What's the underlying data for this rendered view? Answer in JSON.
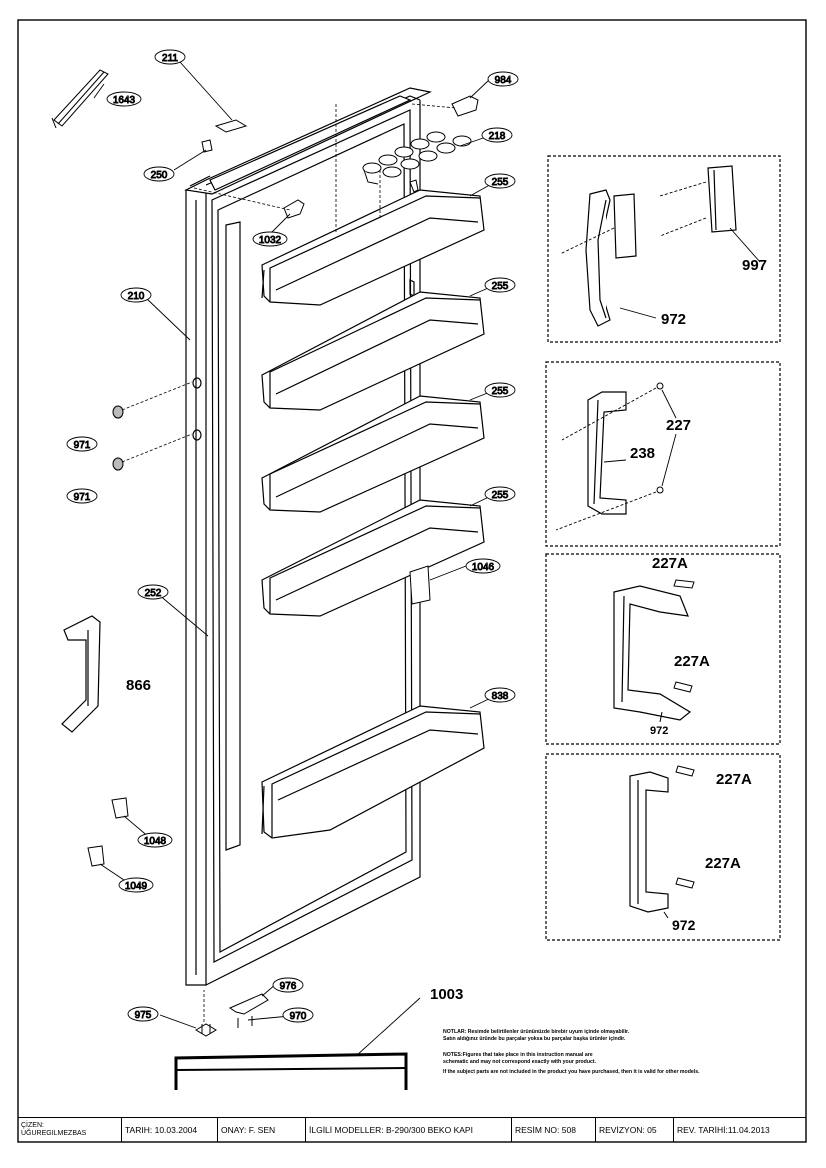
{
  "callouts": {
    "c211": "211",
    "c1643": "1643",
    "c250": "250",
    "c984": "984",
    "c218": "218",
    "c255a": "255",
    "c255b": "255",
    "c255c": "255",
    "c255d": "255",
    "c1032": "1032",
    "c210": "210",
    "c971a": "971",
    "c971b": "971",
    "c252": "252",
    "c1046": "1046",
    "c838": "838",
    "c1048": "1048",
    "c1049": "1049",
    "c975": "975",
    "c976": "976",
    "c970": "970"
  },
  "labels": {
    "l866": "866",
    "l1003": "1003",
    "l997": "997",
    "l972a": "972",
    "l227a": "227",
    "l238": "238",
    "l227A1": "227A",
    "l227A2": "227A",
    "l972b": "972",
    "l227A3": "227A",
    "l227A4": "227A",
    "l972c": "972"
  },
  "notes": {
    "line1": "NOTLAR: Resimde belirtilenler ürününüzde birebir uyum içinde olmayabilir.",
    "line2": "Satın aldığınız üründe bu parçalar yoksa bu parçalar başka ürünler içindir.",
    "line3": "NOTES:Figures that take place in this instruction manual are",
    "line4": "schematic and may not correspond exactly with your product.",
    "line5": "If the subject parts are not included in the product you have purchased, then it is valid for other models."
  },
  "titleblock": {
    "drawn_label": "ÇİZEN:",
    "drawn_name": "UĞUREGILMEZBAS",
    "date": "TARIH: 10.03.2004",
    "approved": "ONAY:   F. SEN",
    "models": "İLGİLİ MODELLER: B-290/300 BEKO KAPI",
    "drawing_no": "RESİM NO: 508",
    "revision": "REVİZYON: 05",
    "revision_date": "REV. TARİHİ:11.04.2013"
  }
}
